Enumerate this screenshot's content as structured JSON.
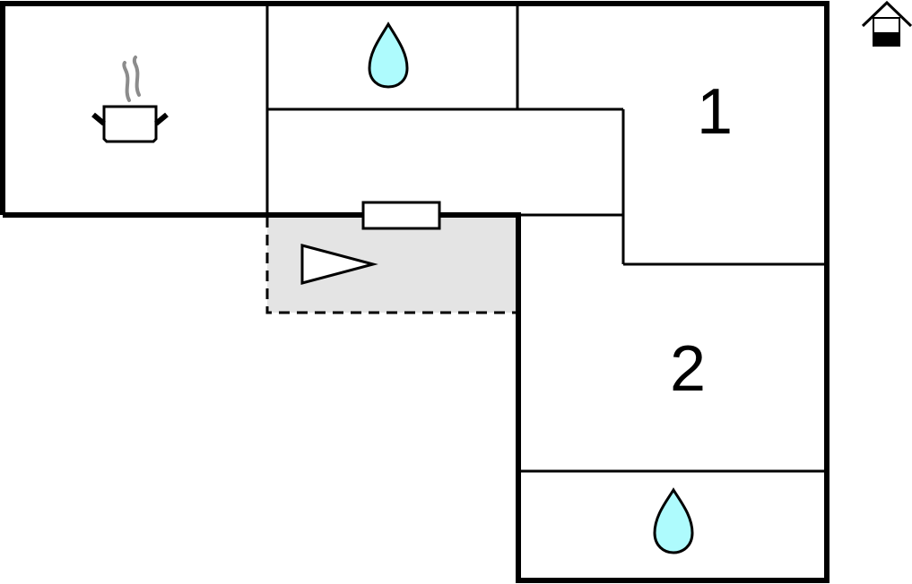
{
  "diagram": {
    "type": "floor-plan",
    "colors": {
      "wall": "#000000",
      "terrace_fill": "#e4e4e4",
      "water_fill": "#aefbfd",
      "steam": "#8c8c8c",
      "background": "#ffffff"
    },
    "rooms": [
      {
        "id": "kitchen",
        "icon": "cooking-pot-icon"
      },
      {
        "id": "bathroom-top",
        "icon": "water-drop-icon"
      },
      {
        "id": "hallway",
        "icon": null
      },
      {
        "id": "bedroom-1",
        "label": "1"
      },
      {
        "id": "bedroom-2",
        "label": "2"
      },
      {
        "id": "bathroom-bottom",
        "icon": "water-drop-icon"
      },
      {
        "id": "terrace",
        "icon": "entrance-direction-icon"
      }
    ],
    "legend_icon": "house-icon"
  }
}
